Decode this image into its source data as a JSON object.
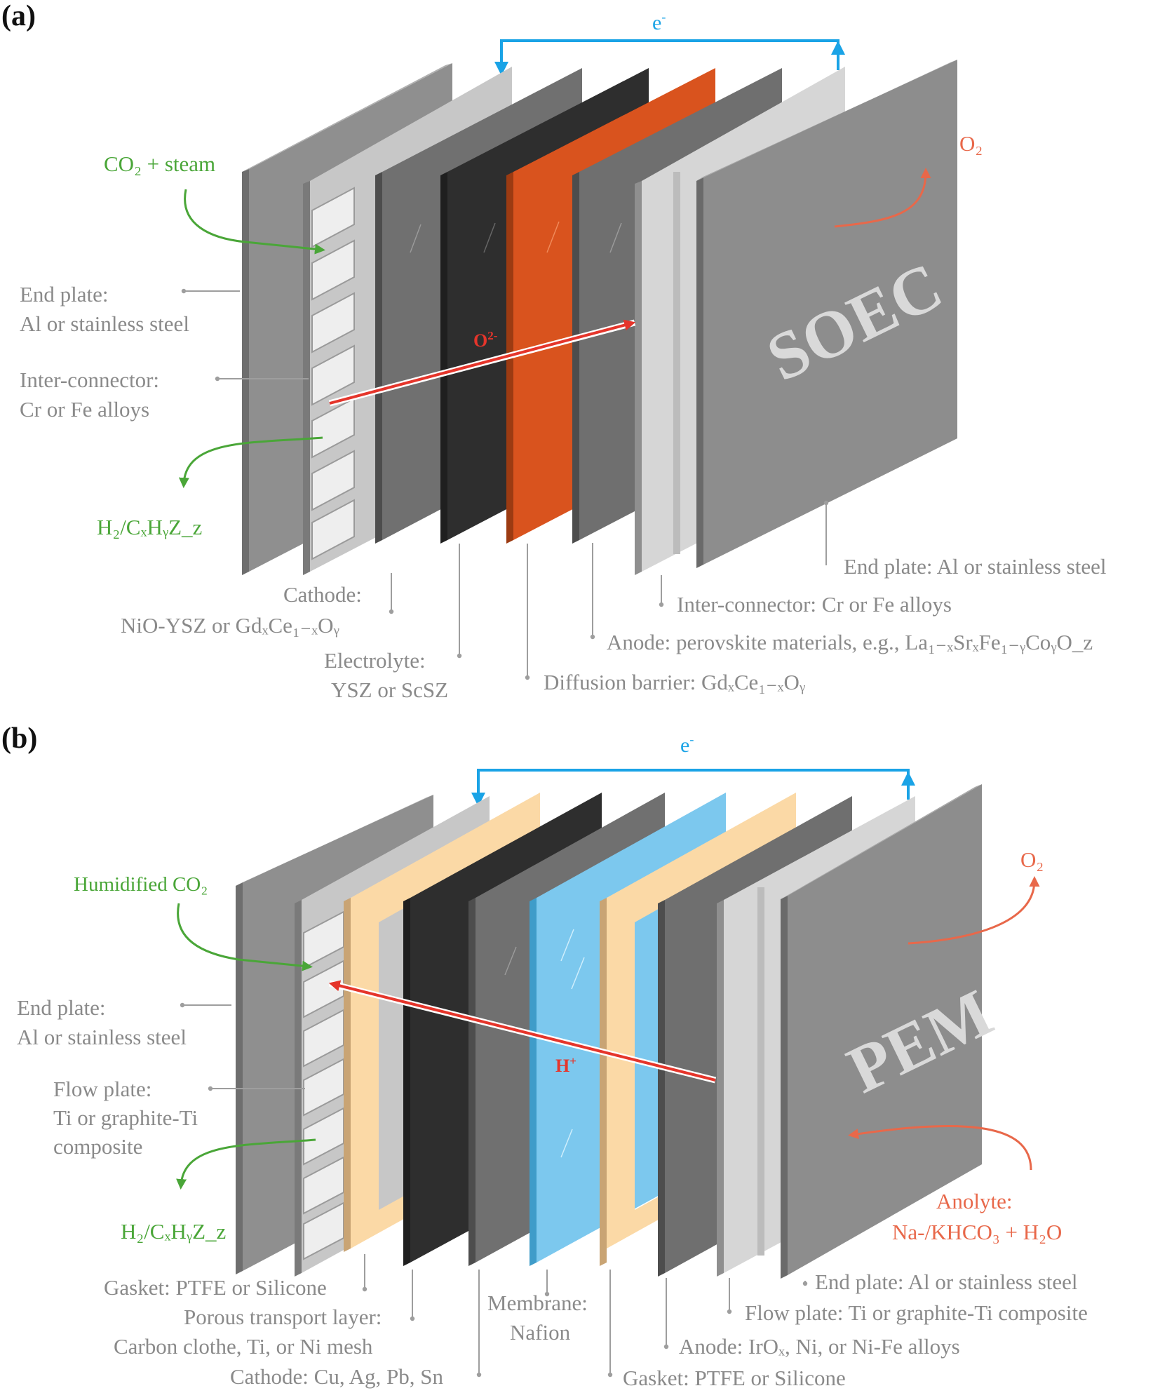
{
  "panel_a": {
    "mark": "(a)",
    "device": "SOEC",
    "electron": "e",
    "electron_sup": "-",
    "ion": "O",
    "ion_sup": "2-",
    "inlet": "CO₂ + steam",
    "outlet": "H₂/CₓHᵧZ_z",
    "o2": "O₂",
    "left_labels": {
      "end_plate_1": "End plate:",
      "end_plate_2": "Al or stainless steel",
      "interconnector_1": "Inter-connector:",
      "interconnector_2": "Cr or Fe alloys"
    },
    "bottom_labels": {
      "end_plate_right": "End plate: Al or stainless steel",
      "interconnector_right": "Inter-connector: Cr or Fe alloys",
      "anode": "Anode: perovskite materials, e.g., La₁₋ₓSrₓFe₁₋ᵧCoᵧO_z",
      "diffusion_barrier": "Diffusion barrier: GdₓCe₁₋ₓOᵧ",
      "cathode_1": "Cathode:",
      "cathode_2": "NiO-YSZ or GdₓCe₁₋ₓOᵧ",
      "electrolyte_1": "Electrolyte:",
      "electrolyte_2": "YSZ or ScSZ"
    }
  },
  "panel_b": {
    "mark": "(b)",
    "device": "PEM",
    "electron": "e",
    "electron_sup": "-",
    "ion": "H",
    "ion_sup": "+",
    "inlet": "Humidified CO₂",
    "outlet": "H₂/CₓHᵧZ_z",
    "o2": "O₂",
    "anolyte_1": "Anolyte:",
    "anolyte_2": "Na-/KHCO₃ + H₂O",
    "left_labels": {
      "end_plate_1": "End plate:",
      "end_plate_2": "Al or stainless steel",
      "flow_plate_1": "Flow plate:",
      "flow_plate_2": "Ti or graphite-Ti",
      "flow_plate_3": "composite"
    },
    "bottom_labels": {
      "gasket_left": "Gasket: PTFE or Silicone",
      "ptl_1": "Porous transport layer:",
      "ptl_2": "Carbon clothe, Ti, or Ni mesh",
      "cathode": "Cathode: Cu, Ag, Pb, Sn",
      "membrane_1": "Membrane:",
      "membrane_2": "Nafion",
      "gasket_right": "Gasket: PTFE or Silicone",
      "anode": "Anode: IrOₓ, Ni, or Ni-Fe alloys",
      "flow_plate_right": "Flow plate: Ti or graphite-Ti composite",
      "end_plate_right": "End plate: Al or stainless steel"
    }
  },
  "colors": {
    "label_gray": "#8a8a8a",
    "feed_green": "#4aa638",
    "product_orange": "#e8684a",
    "electron_blue": "#1aa3e6",
    "ion_red": "#e5352b",
    "diffusion_barrier": "#d9531e",
    "membrane": "#7cc8ee",
    "gasket": "#fbd9a6"
  }
}
